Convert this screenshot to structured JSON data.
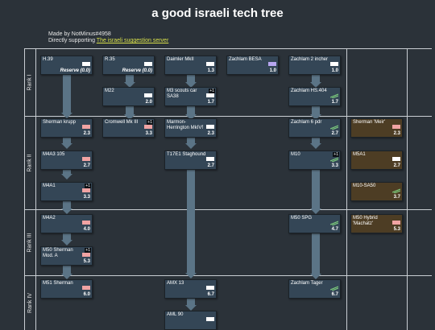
{
  "page": {
    "title": "a good israeli tech tree"
  },
  "credits": {
    "made_by": "Made by NotMinus#4958",
    "support_prefix": "Directly supporting ",
    "support_link": "The israeli suggestion server"
  },
  "ranks": [
    "Rank I",
    "Rank II",
    "Rank III",
    "Rank IV"
  ],
  "colors": {
    "background": "#2b3239",
    "card": "#344656",
    "premium_card": "#4d3d24",
    "arrow": "#5b7486",
    "link": "#d8e04a"
  },
  "vehicles": {
    "h39": {
      "name": "H.39",
      "br": "Reserve (0.0)",
      "icon": "light-tank-icon"
    },
    "r35": {
      "name": "R.35",
      "br": "Reserve (0.0)",
      "icon": "light-tank-icon"
    },
    "daimler": {
      "name": "Daimler MkII",
      "br": "1.3",
      "icon": "armored-car-icon"
    },
    "zachlam_besa": {
      "name": "Zachlam BESA",
      "br": "1.0",
      "icon": "spaa-icon"
    },
    "zachlam_2in": {
      "name": "Zachlam 2 incher",
      "br": "1.0",
      "icon": "armored-car-icon"
    },
    "m22": {
      "name": "M22",
      "br": "2.0",
      "icon": "light-tank-icon"
    },
    "m3_scout": {
      "name": "M3 scouts car SA38",
      "br": "1.7",
      "icon": "armored-car-icon",
      "badge": "+1"
    },
    "zachlam_hs404": {
      "name": "Zachlam HS.404",
      "br": "1.7",
      "icon": "tank-destroyer-icon"
    },
    "sherman_krupp": {
      "name": "Sherman krupp",
      "br": "2.3",
      "icon": "medium-tank-icon"
    },
    "cromwell": {
      "name": "Cromwell Mk III",
      "br": "3.3",
      "icon": "medium-tank-icon",
      "badge": "+1"
    },
    "marmon": {
      "name": "Marmon-Herrington MkIVf",
      "br": "2.3",
      "icon": "armored-car-icon"
    },
    "zachlam_6pdr": {
      "name": "Zachlam 6 pdr",
      "br": "2.7",
      "icon": "tank-destroyer-icon"
    },
    "sherman_meir": {
      "name": "Sherman 'Meir'",
      "br": "2.3",
      "icon": "medium-tank-icon"
    },
    "m4a3_105": {
      "name": "M4A3 105",
      "br": "2.7",
      "icon": "medium-tank-icon"
    },
    "t17e1": {
      "name": "T17E1 Staghound",
      "br": "2.7",
      "icon": "armored-car-icon"
    },
    "m10": {
      "name": "M10",
      "br": "3.3",
      "icon": "tank-destroyer-icon",
      "badge": "+1"
    },
    "m5a1": {
      "name": "M5A1",
      "br": "2.7",
      "icon": "light-tank-icon"
    },
    "m4a1": {
      "name": "M4A1",
      "br": "3.3",
      "icon": "medium-tank-icon",
      "badge": "+1"
    },
    "m10_sa50": {
      "name": "M10-SA50",
      "br": "3.7",
      "icon": "tank-destroyer-icon"
    },
    "m4a2": {
      "name": "M4A2",
      "br": "4.0",
      "icon": "medium-tank-icon"
    },
    "m50_spg": {
      "name": "M50 SPG",
      "br": "4.7",
      "icon": "tank-destroyer-icon"
    },
    "m50_hybrid": {
      "name": "M50 Hybrid 'Machatz'",
      "br": "5.3",
      "icon": "medium-tank-icon"
    },
    "m50_sherman_a": {
      "name": "M50 Sherman Mod. A",
      "br": "5.3",
      "icon": "medium-tank-icon",
      "badge": "+1"
    },
    "m51": {
      "name": "M51 Sherman",
      "br": "6.0",
      "icon": "medium-tank-icon"
    },
    "amx13": {
      "name": "AMX 13",
      "br": "6.7",
      "icon": "light-tank-icon"
    },
    "zachlam_tager": {
      "name": "Zachlam Tager",
      "br": "6.7",
      "icon": "tank-destroyer-icon"
    },
    "aml90": {
      "name": "AML 90",
      "br": "",
      "icon": "armored-car-icon"
    }
  }
}
